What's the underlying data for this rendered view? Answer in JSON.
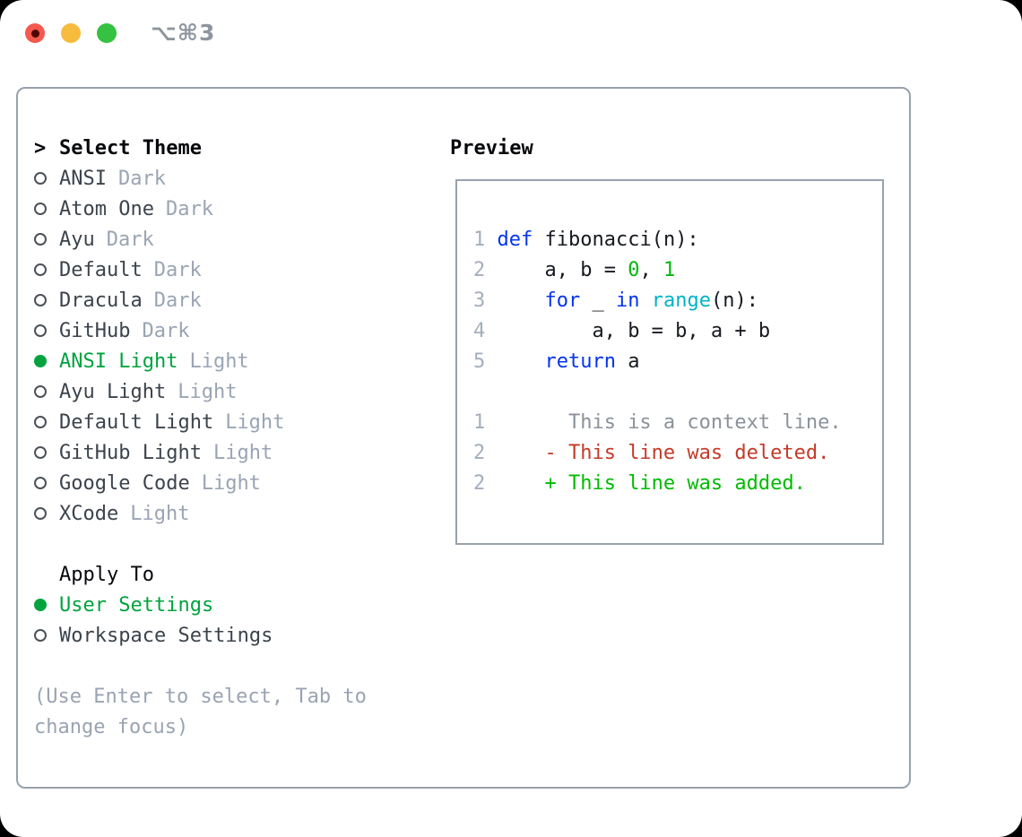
{
  "titlebar": {
    "shortcut": "⌥⌘3"
  },
  "theme_panel": {
    "cursor": ">",
    "title": "Select Theme",
    "themes": [
      {
        "name": "ANSI",
        "variant": "Dark",
        "selected": false
      },
      {
        "name": "Atom One",
        "variant": "Dark",
        "selected": false
      },
      {
        "name": "Ayu",
        "variant": "Dark",
        "selected": false
      },
      {
        "name": "Default",
        "variant": "Dark",
        "selected": false
      },
      {
        "name": "Dracula",
        "variant": "Dark",
        "selected": false
      },
      {
        "name": "GitHub",
        "variant": "Dark",
        "selected": false
      },
      {
        "name": "ANSI Light",
        "variant": "Light",
        "selected": true
      },
      {
        "name": "Ayu Light",
        "variant": "Light",
        "selected": false
      },
      {
        "name": "Default Light",
        "variant": "Light",
        "selected": false
      },
      {
        "name": "GitHub Light",
        "variant": "Light",
        "selected": false
      },
      {
        "name": "Google Code",
        "variant": "Light",
        "selected": false
      },
      {
        "name": "XCode",
        "variant": "Light",
        "selected": false
      }
    ],
    "apply_to": {
      "title": "Apply To",
      "options": [
        {
          "label": "User Settings",
          "selected": true
        },
        {
          "label": "Workspace Settings",
          "selected": false
        }
      ]
    },
    "hint": {
      "line1": "(Use Enter to select, Tab to",
      "line2": "change focus)"
    }
  },
  "preview": {
    "title": "Preview",
    "code": {
      "l1": {
        "num": "1",
        "sp": " ",
        "kw": "def",
        "rest": " fibonacci(n):"
      },
      "l2": {
        "num": "2",
        "pre": "     a, b = ",
        "lit1": "0",
        "sep": ", ",
        "lit2": "1"
      },
      "l3": {
        "num": "3",
        "pre": "     ",
        "kw1": "for",
        "m1": " _ ",
        "kw2": "in",
        "m2": " ",
        "fn": "range",
        "rest": "(n):"
      },
      "l4": {
        "num": "4",
        "text": "         a, b = b, a + b"
      },
      "l5": {
        "num": "5",
        "pre": "     ",
        "kw": "return",
        "rest": " a"
      }
    },
    "diff": {
      "context": {
        "num": "1",
        "text": "       This is a context line."
      },
      "deleted": {
        "num": "2",
        "text": "     - This line was deleted."
      },
      "added": {
        "num": "2",
        "text": "     + This line was added."
      }
    }
  },
  "colors": {
    "selection_green": "#00a33e",
    "keyword_blue": "#0534f0",
    "builtin_cyan": "#00b3c8",
    "literal_green": "#00b70f",
    "added_green": "#00bb00",
    "deleted_red": "#c43a28",
    "muted_gray": "#9aa3b2",
    "border_gray": "#99a2ac",
    "traffic_red": "#f4584e",
    "traffic_yellow": "#f7bc3e",
    "traffic_green": "#35c141"
  }
}
